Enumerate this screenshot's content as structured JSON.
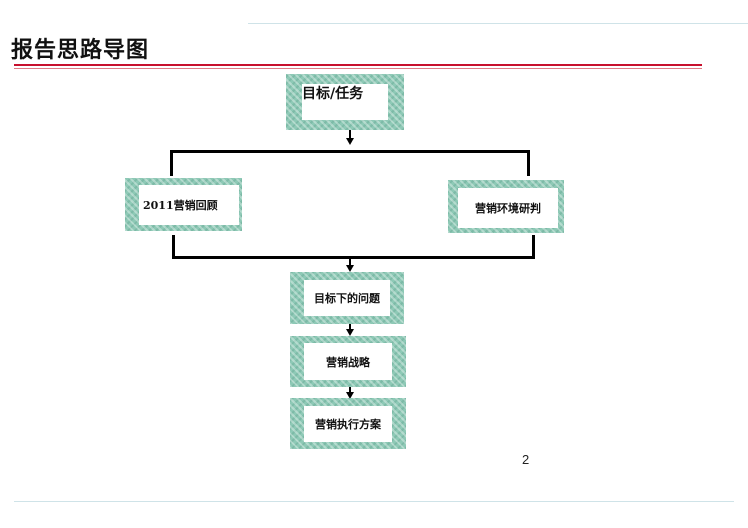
{
  "title": "报告思路导图",
  "nodes": {
    "goal": "目标/任务",
    "review": "2011营销回顾",
    "environment": "营销环境研判",
    "problems": "目标下的问题",
    "strategy": "营销战略",
    "plan": "营销执行方案"
  },
  "page_number": "2"
}
